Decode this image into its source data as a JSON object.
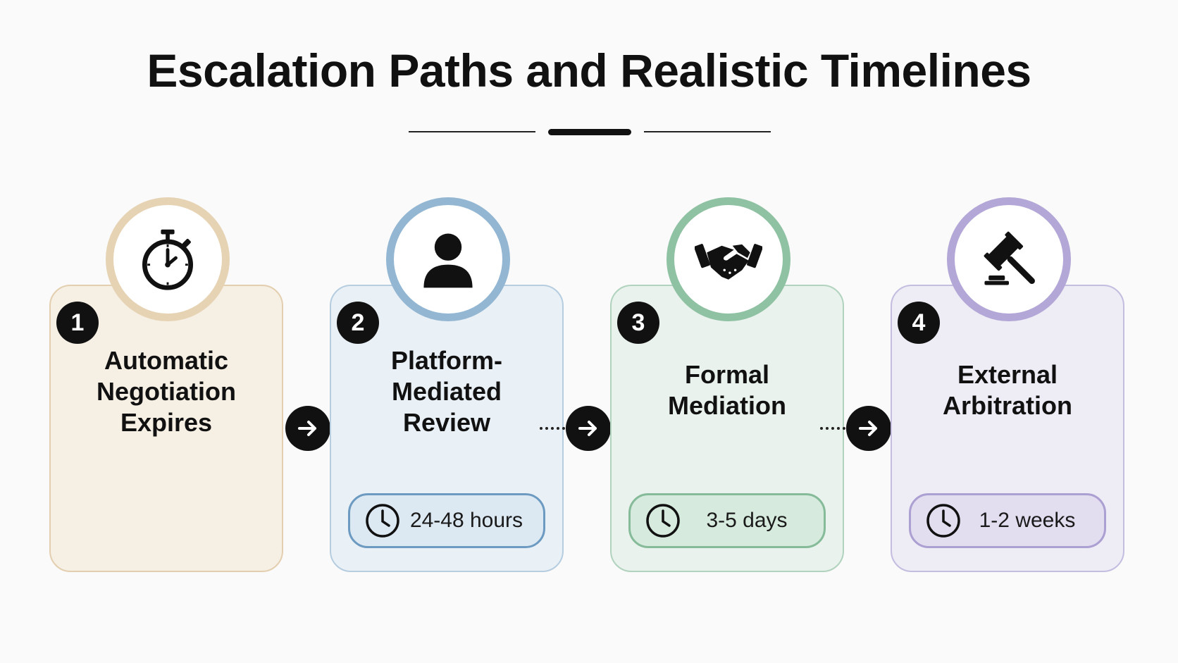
{
  "title": "Escalation Paths and Realistic Timelines",
  "steps": [
    {
      "number": "1",
      "title_lines": [
        "Automatic",
        "Negotiation",
        "Expires"
      ],
      "icon": "stopwatch-icon",
      "duration": null,
      "accent": "#e3cfaf"
    },
    {
      "number": "2",
      "title_lines": [
        "Platform-",
        "Mediated",
        "Review"
      ],
      "icon": "person-icon",
      "duration": "24-48 hours",
      "accent": "#93b6d2"
    },
    {
      "number": "3",
      "title_lines": [
        "Formal",
        "Mediation"
      ],
      "icon": "handshake-icon",
      "duration": "3-5 days",
      "accent": "#8fc1a3"
    },
    {
      "number": "4",
      "title_lines": [
        "External",
        "Arbitration"
      ],
      "icon": "gavel-icon",
      "duration": "1-2 weeks",
      "accent": "#b2a7d6"
    }
  ]
}
